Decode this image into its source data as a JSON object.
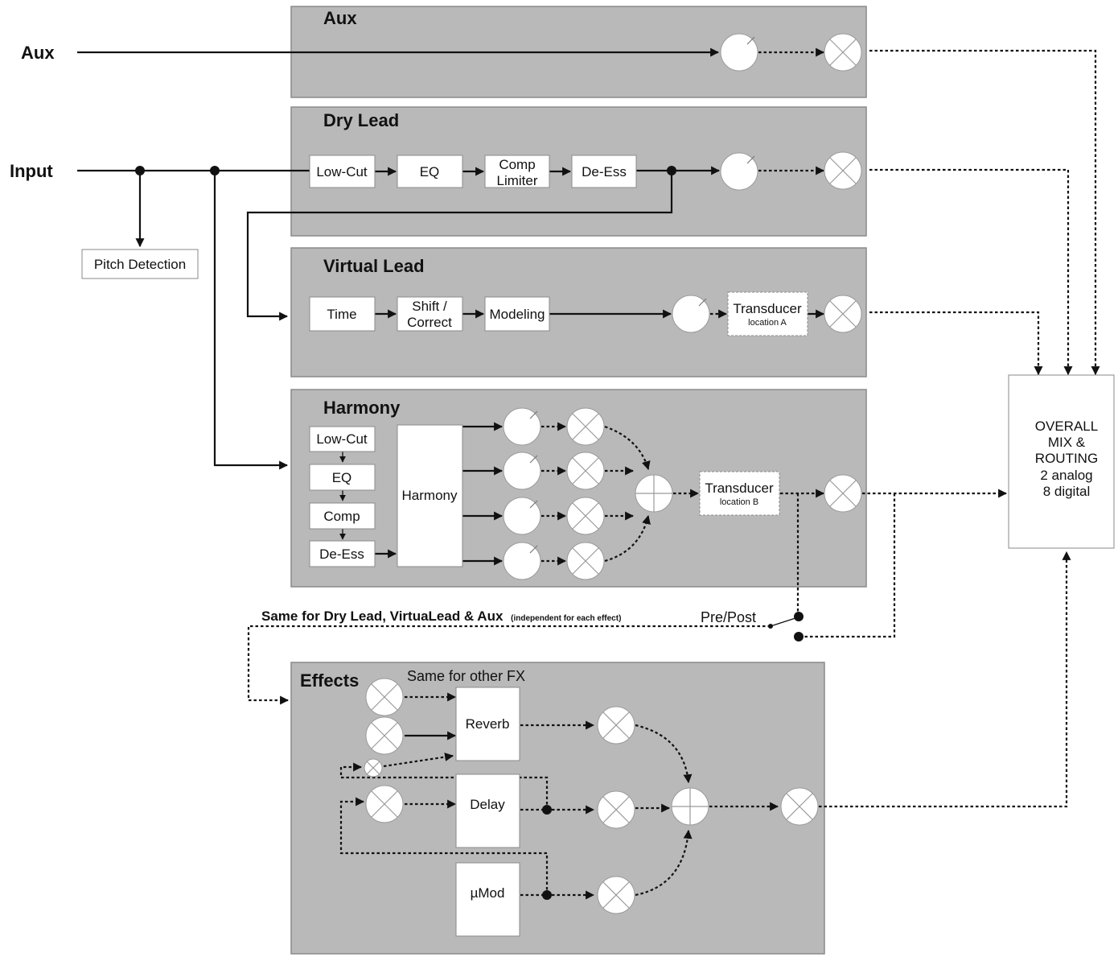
{
  "inputs": {
    "aux": "Aux",
    "input": "Input"
  },
  "panels": {
    "aux": "Aux",
    "dry_lead": "Dry Lead",
    "virtual_lead": "Virtual Lead",
    "harmony": "Harmony",
    "effects": "Effects"
  },
  "blocks": {
    "pitch_detection": "Pitch Detection",
    "dry_low_cut": "Low-Cut",
    "dry_eq": "EQ",
    "dry_comp_1": "Comp",
    "dry_comp_2": "Limiter",
    "dry_de_ess": "De-Ess",
    "vl_time": "Time",
    "vl_shift_1": "Shift /",
    "vl_shift_2": "Correct",
    "vl_modeling": "Modeling",
    "transducer_a": "Transducer",
    "transducer_a_sub": "location A",
    "h_low_cut": "Low-Cut",
    "h_eq": "EQ",
    "h_comp": "Comp",
    "h_de_ess": "De-Ess",
    "h_harmony": "Harmony",
    "transducer_b": "Transducer",
    "transducer_b_sub": "location B",
    "reverb": "Reverb",
    "delay": "Delay",
    "umod": "µMod"
  },
  "output": {
    "line1": "OVERALL",
    "line2": "MIX &",
    "line3": "ROUTING",
    "line4": "2 analog",
    "line5": "8 digital"
  },
  "notes": {
    "same_for": "Same for Dry Lead, VirtuaLead & Aux",
    "same_for_small": "(independent for each effect)",
    "pre_post": "Pre/Post",
    "same_other_fx": "Same for other FX"
  }
}
